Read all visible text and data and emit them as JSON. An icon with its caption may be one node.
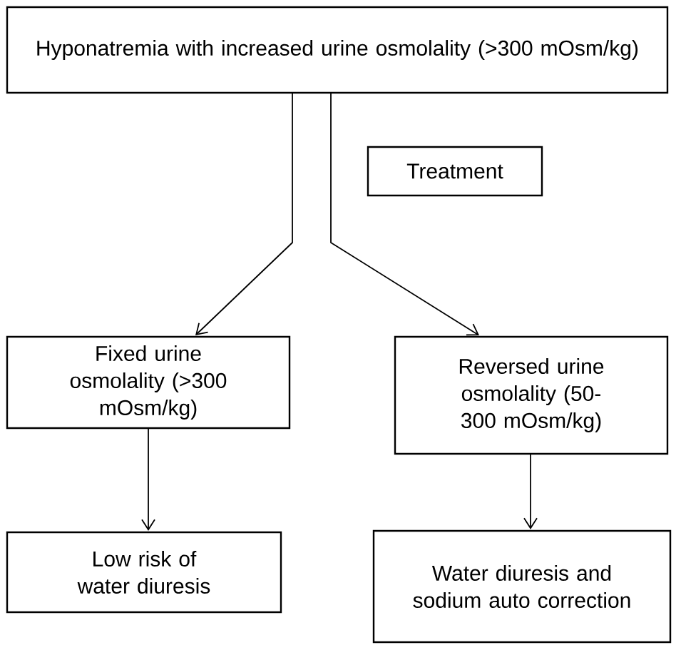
{
  "diagram": {
    "nodes": [
      {
        "text": [
          "Hyponatremia with increased urine osmolality (>300 mOsm/kg)"
        ]
      },
      {
        "text": [
          "Treatment"
        ]
      },
      {
        "text": [
          "Fixed urine osmolality (>300 mOsm/kg)"
        ]
      },
      {
        "text": [
          "Reversed urine osmolality (50-300 mOsm/kg)"
        ]
      },
      {
        "text": [
          "Low risk of water diuresis"
        ]
      },
      {
        "text": [
          "Water diuresis and sodium auto correction"
        ]
      }
    ],
    "edges": [
      {
        "from": 0,
        "to": 2,
        "arrow": "to"
      },
      {
        "from": 0,
        "to": 3,
        "arrow": "to"
      },
      {
        "from": 2,
        "to": 4,
        "arrow": "to"
      },
      {
        "from": 3,
        "to": 5,
        "arrow": "to"
      }
    ]
  }
}
